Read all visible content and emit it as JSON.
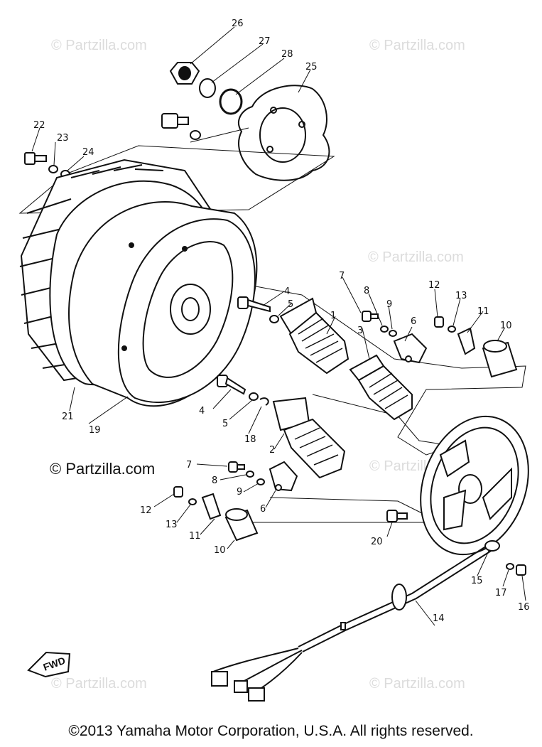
{
  "watermarks": {
    "light": "© Partzilla.com",
    "dark": "© Partzilla.com"
  },
  "fwd_label": "FWD",
  "copyright": "©2013  Yamaha Motor Corporation, U.S.A. All rights reserved.",
  "callouts": [
    "1",
    "2",
    "3",
    "4",
    "4",
    "5",
    "5",
    "6",
    "6",
    "7",
    "7",
    "8",
    "8",
    "9",
    "9",
    "10",
    "10",
    "11",
    "11",
    "12",
    "12",
    "13",
    "13",
    "14",
    "15",
    "16",
    "17",
    "18",
    "19",
    "20",
    "21",
    "22",
    "23",
    "24",
    "25",
    "26",
    "27",
    "28"
  ]
}
